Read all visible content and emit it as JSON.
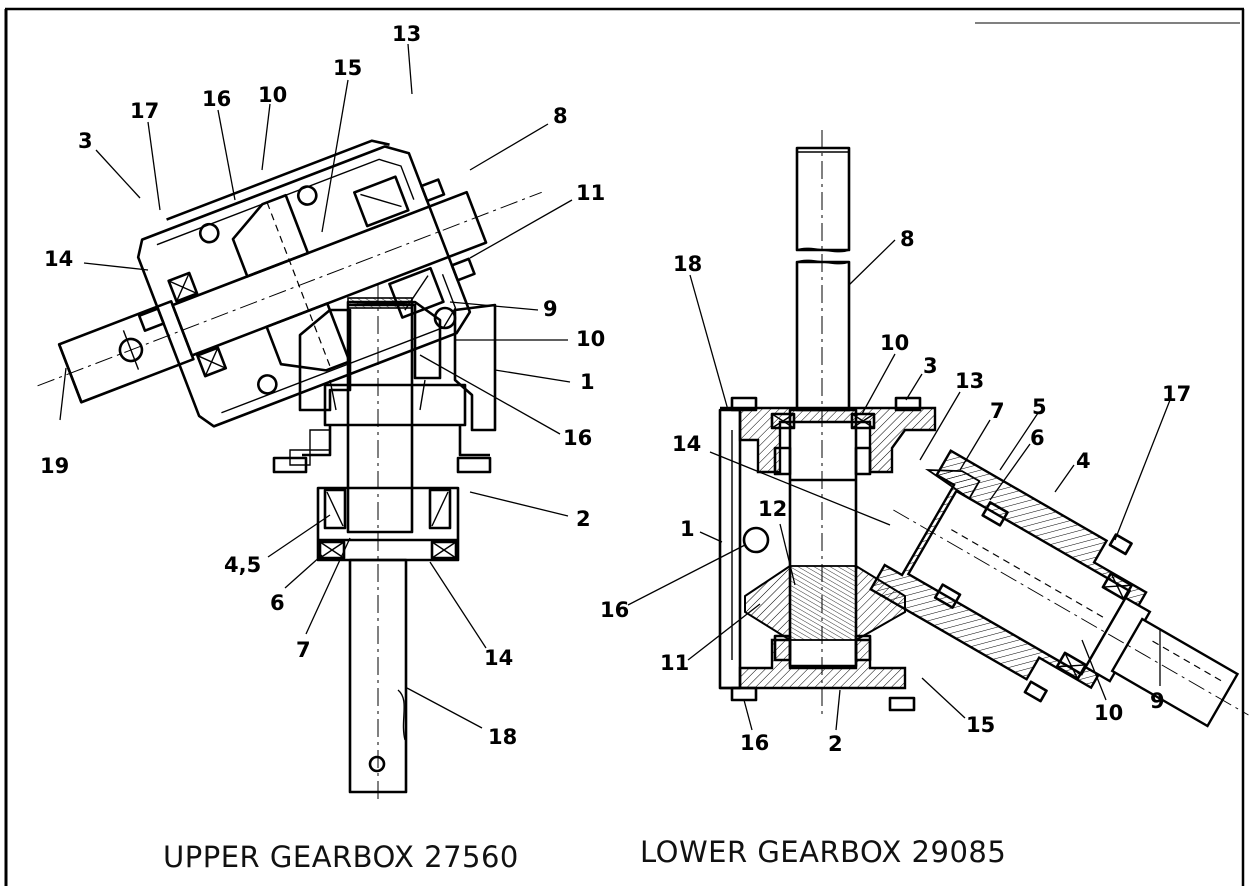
{
  "upper_gearbox": {
    "caption": "UPPER GEARBOX 27560",
    "callouts": [
      "13",
      "15",
      "17",
      "16",
      "10",
      "3",
      "8",
      "11",
      "14",
      "9",
      "10",
      "1",
      "19",
      "16",
      "2",
      "4,5",
      "6",
      "7",
      "14",
      "18"
    ]
  },
  "lower_gearbox": {
    "caption": "LOWER GEARBOX 29085",
    "callouts": [
      "8",
      "18",
      "10",
      "3",
      "13",
      "5",
      "7",
      "6",
      "14",
      "4",
      "17",
      "12",
      "1",
      "16",
      "11",
      "10",
      "9",
      "16",
      "2",
      "15"
    ]
  }
}
